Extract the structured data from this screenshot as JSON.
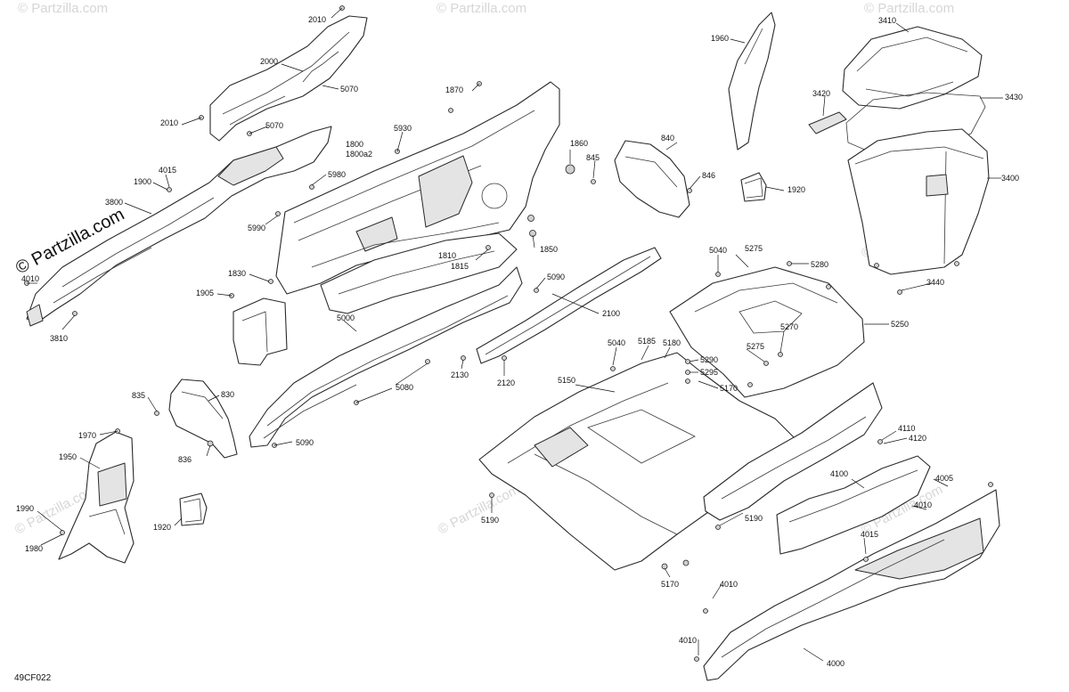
{
  "diagram_code": "49CF022",
  "watermark": {
    "logo_text": "© Partzilla.com",
    "repeat_text": "© Partzilla.com"
  },
  "callouts": {
    "c2010a": "2010",
    "c2000": "2000",
    "c5070a": "5070",
    "c5070b": "5070",
    "c2010b": "2010",
    "c1870": "1870",
    "c5930": "5930",
    "c1800": "1800",
    "c1800a2": "1800a2",
    "c1860": "1860",
    "c840": "840",
    "c845": "845",
    "c846": "846",
    "c4015a": "4015",
    "c1900": "1900",
    "c5980": "5980",
    "c3800": "3800",
    "c5990": "5990",
    "c1810": "1810",
    "c1815": "1815",
    "c1850": "1850",
    "c4010a": "4010",
    "c1830": "1830",
    "c5090a": "5090",
    "c1905": "1905",
    "c2100": "2100",
    "c5000": "5000",
    "c3810": "3810",
    "c2130": "2130",
    "c2120": "2120",
    "c5080": "5080",
    "c835": "835",
    "c830": "830",
    "c836": "836",
    "c5090b": "5090",
    "c1970": "1970",
    "c1950": "1950",
    "c1990": "1990",
    "c1980": "1980",
    "c1920a": "1920",
    "c1960": "1960",
    "c1920b": "1920",
    "c3410": "3410",
    "c3420": "3420",
    "c3430": "3430",
    "c3400": "3400",
    "c3440": "3440",
    "c5040a": "5040",
    "c5275a": "5275",
    "c5280": "5280",
    "c5250": "5250",
    "c5270": "5270",
    "c5275b": "5275",
    "c5040b": "5040",
    "c5185": "5185",
    "c5180": "5180",
    "c5150": "5150",
    "c5290": "5290",
    "c5295": "5295",
    "c5170a": "5170",
    "c4110": "4110",
    "c4120": "4120",
    "c4100": "4100",
    "c4005": "4005",
    "c4010b": "4010",
    "c4015b": "4015",
    "c5190a": "5190",
    "c5190b": "5190",
    "c5170b": "5170",
    "c4010c": "4010",
    "c4010d": "4010",
    "c4000": "4000"
  }
}
